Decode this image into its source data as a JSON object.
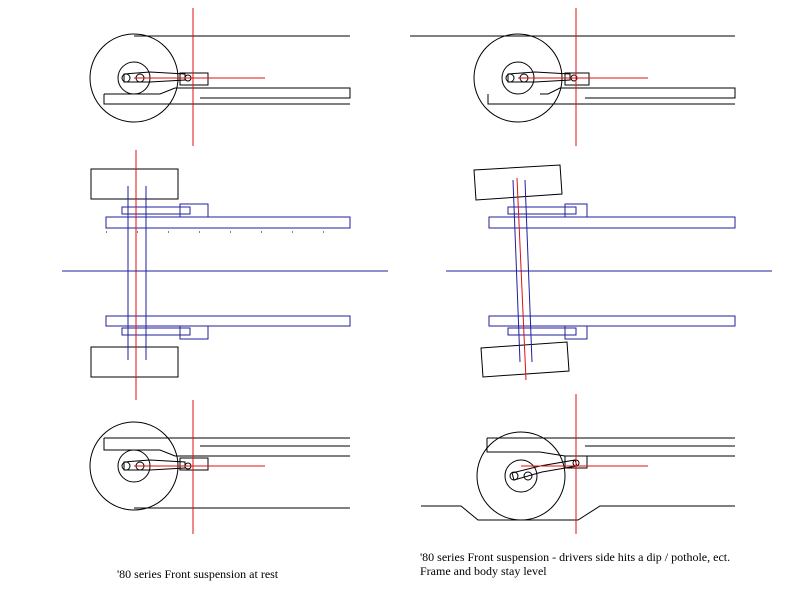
{
  "captions": {
    "left": "'80 series Front suspension at rest",
    "right_line1": "'80 series Front suspension - drivers side hits a dip / pothole, ect.",
    "right_line2": "Frame and body stay level"
  },
  "colors": {
    "outline": "#000000",
    "axle": "#1f1f9c",
    "centerline": "#e01010"
  },
  "panels": [
    {
      "name": "front suspension at rest",
      "state": "level"
    },
    {
      "name": "front suspension drivers side in pothole",
      "state": "axle tilted, wheel dropped"
    }
  ]
}
